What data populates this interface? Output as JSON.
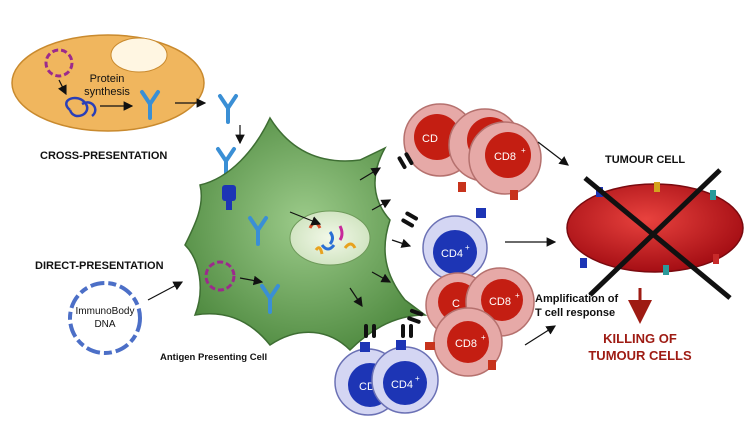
{
  "labels": {
    "protein_synthesis_1": "Protein",
    "protein_synthesis_2": "synthesis",
    "cross_presentation": "CROSS-PRESENTATION",
    "direct_presentation": "DIRECT-PRESENTATION",
    "immunobody_1": "ImmunoBody",
    "immunobody_2": "DNA",
    "apc": "Antigen Presenting Cell",
    "tumour_cell": "TUMOUR CELL",
    "amplification_1": "Amplification of",
    "amplification_2": "T cell response",
    "killing_1": "KILLING OF",
    "killing_2": "TUMOUR CELLS",
    "cd8": "CD8",
    "cd8_partial": "CD",
    "cd8_partial2": "C",
    "cd4": "CD4",
    "cd4_partial": "CD",
    "plus": "+"
  },
  "colors": {
    "protein_cell": "#F0B65E",
    "apc_fill": "#5E9A4E",
    "cd8_outer": "#E6A9A7",
    "cd8_inner": "#C41E12",
    "cd4_outer": "#D4D6F3",
    "cd4_inner": "#1D35B5",
    "tumour": "#C0111A",
    "killing_text": "#9E1B13",
    "antibody": "#3A8FD5"
  }
}
